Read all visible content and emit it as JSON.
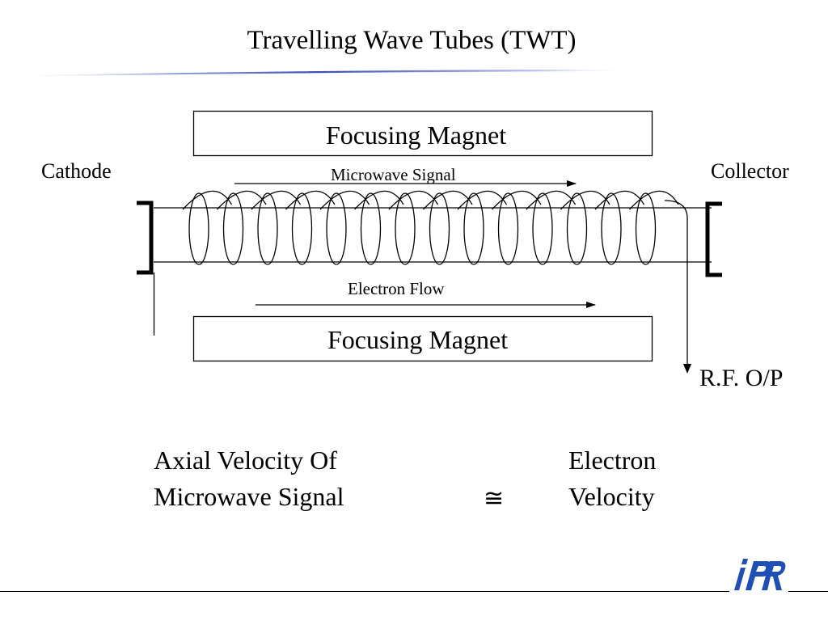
{
  "slide": {
    "title": "Travelling Wave Tubes (TWT)"
  },
  "diagram": {
    "magnet_top": "Focusing Magnet",
    "magnet_bottom": "Focusing Magnet",
    "cathode": "Cathode",
    "collector": "Collector",
    "microwave_signal": "Microwave Signal",
    "electron_flow": "Electron Flow",
    "rf_output": "R.F. O/P",
    "helix_turns": 14
  },
  "relation": {
    "left_line1": "Axial Velocity Of",
    "left_line2": "Microwave Signal",
    "symbol": "≅",
    "right_line1": "Electron",
    "right_line2": "Velocity"
  },
  "colors": {
    "title_rule": "#3a4fb8",
    "logo": "#1f4fb5",
    "text": "#000000"
  },
  "logo": {
    "icon": "institute-logo",
    "text": "IPR"
  }
}
